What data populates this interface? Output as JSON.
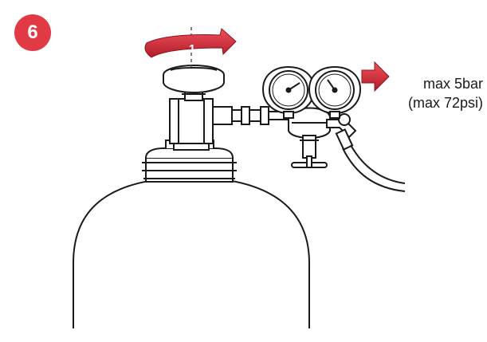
{
  "step": {
    "number": "6"
  },
  "rotation_arrow": {
    "label": "1",
    "direction": "clockwise"
  },
  "pressure": {
    "max_bar": "max 5bar",
    "max_psi": "(max 72psi)"
  },
  "colors": {
    "accent": "#e23a45",
    "arrow_dark": "#b01c2a",
    "line": "#1a1a1a",
    "dashes": "#555555"
  },
  "icons": {
    "cylinder": "gas-cylinder-icon",
    "valve": "cylinder-valve-icon",
    "regulator": "pressure-regulator-icon",
    "gauges": "pressure-gauge-icon",
    "hose": "gas-hose-icon",
    "direction_arrow": "right-arrow-icon"
  }
}
